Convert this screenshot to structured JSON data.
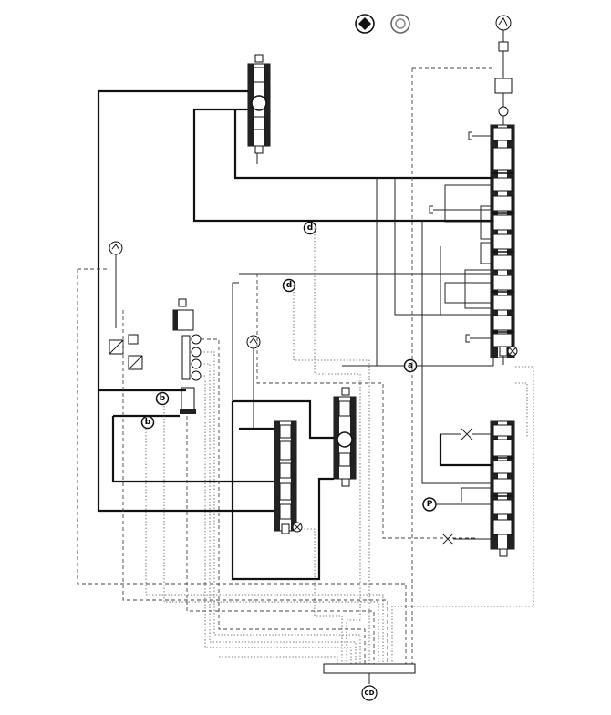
{
  "diagram": {
    "title": "",
    "node_labels": {
      "a": "a",
      "b_upper": "b",
      "b_lower": "b",
      "d_upper": "d",
      "d_lower": "d",
      "p": "P"
    },
    "header_icons": [
      "warning-circle-icon",
      "refresh-circle-icon"
    ],
    "connector_label": "CD",
    "colors": {
      "line": "#111111",
      "valve_body": "#222222",
      "background": "#ffffff"
    }
  }
}
